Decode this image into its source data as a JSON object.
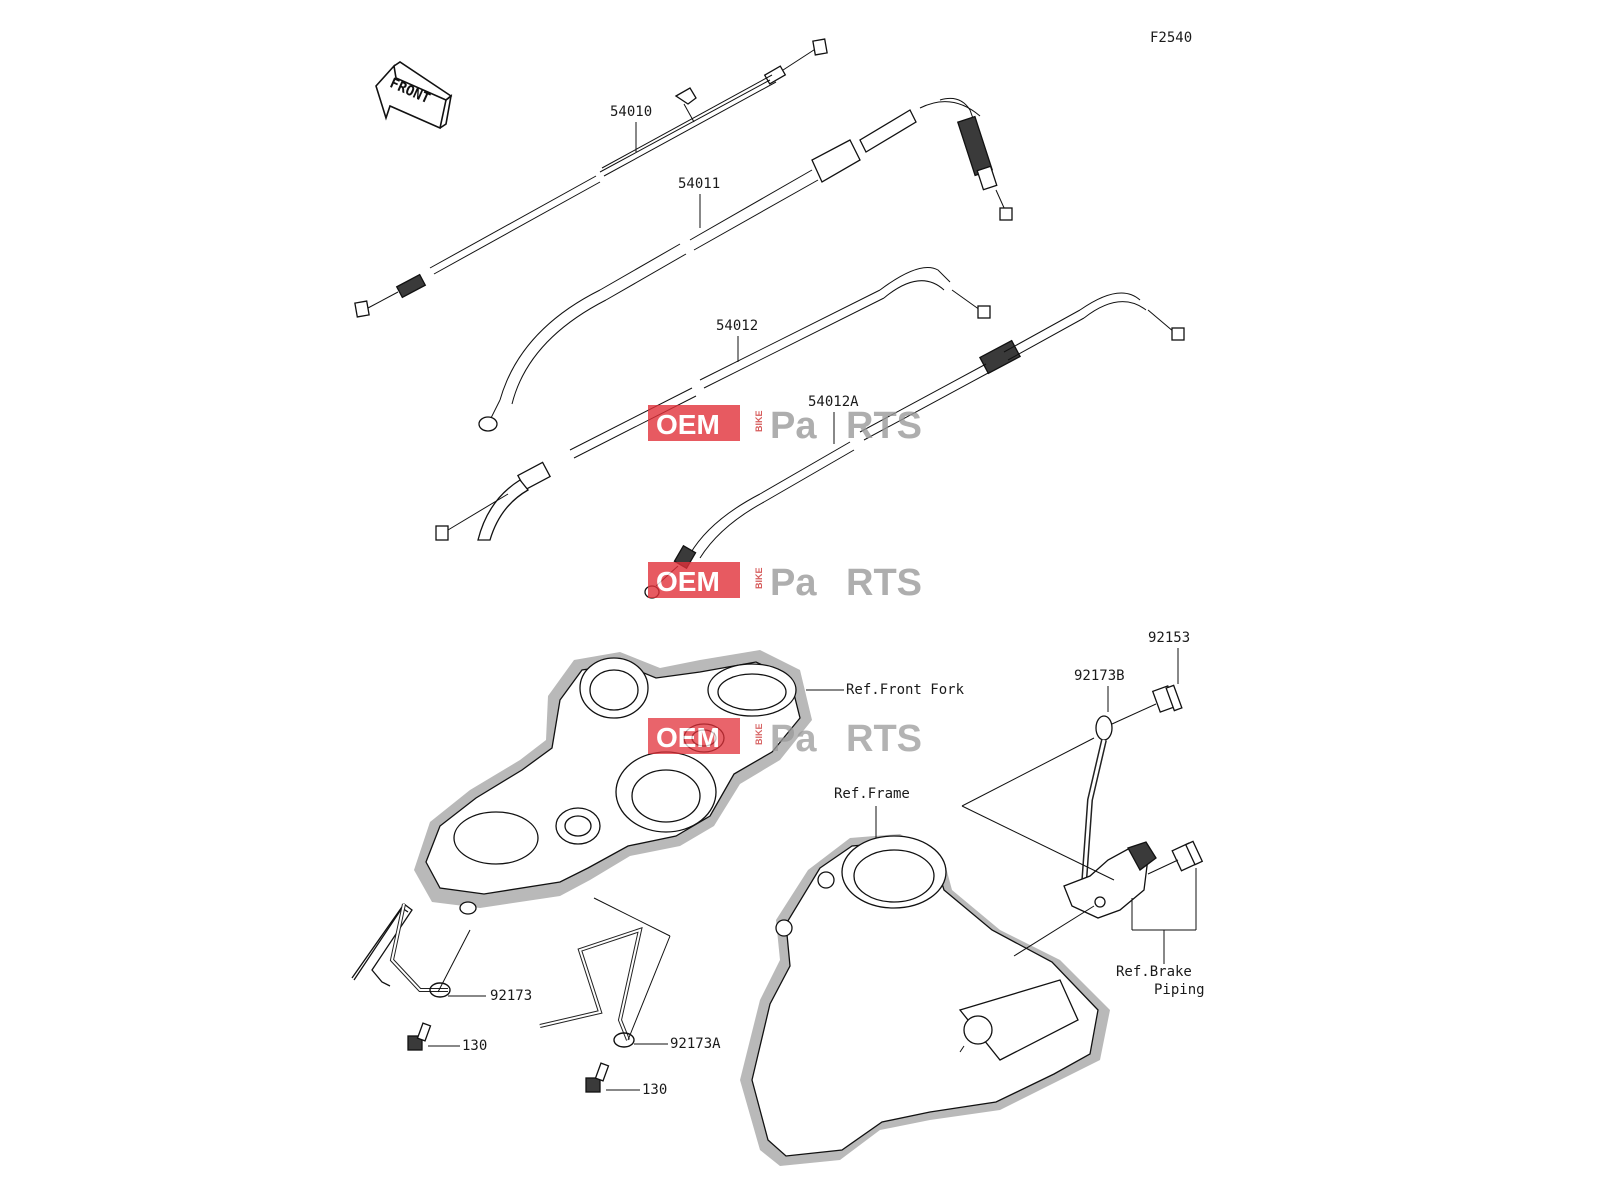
{
  "diagram": {
    "code": "F2540",
    "front_arrow": "FRONT",
    "watermark": {
      "oem": "OEM",
      "bike": "BIKE",
      "parts_a": "Pa",
      "parts_b": "RTS"
    },
    "parts": {
      "p54010": "54010",
      "p54011": "54011",
      "p54012": "54012",
      "p54012A": "54012A",
      "p92153": "92153",
      "p92173B": "92173B",
      "p92173": "92173",
      "p92173A": "92173A",
      "p130a": "130",
      "p130b": "130"
    },
    "refs": {
      "front_fork": "Ref.Front Fork",
      "frame": "Ref.Frame",
      "brake_piping_1": "Ref.Brake",
      "brake_piping_2": "Piping"
    }
  }
}
